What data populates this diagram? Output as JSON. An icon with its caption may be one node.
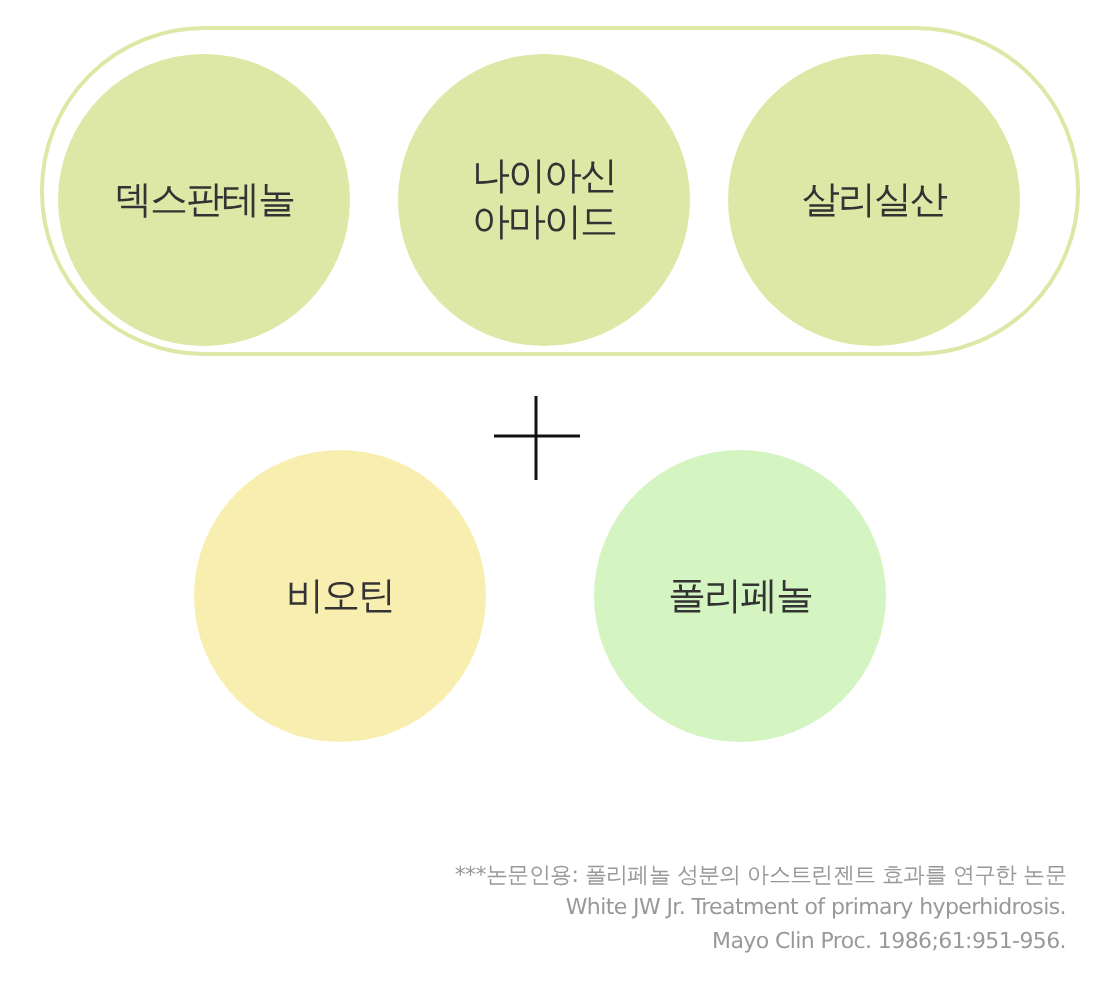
{
  "diagram": {
    "nodes": [
      {
        "text": [],
        "shape": "box"
      },
      {
        "text": [
          "덱스판테놀"
        ],
        "in": 0
      },
      {
        "text": [
          "나이아신 아마이드"
        ],
        "in": 0
      },
      {
        "text": [
          "살리실산"
        ],
        "in": 0
      },
      {
        "text": [
          "비오틴"
        ]
      },
      {
        "text": [
          "폴리페놀"
        ]
      }
    ],
    "labels": [
      "***논문인용: 폴리페놀 성분의 아스트린젠트 효과를 연구한 논문",
      "White JW Jr. Treatment of primary hyperhidrosis.",
      "Mayo Clin Proc. 1986;61:951-956."
    ]
  }
}
